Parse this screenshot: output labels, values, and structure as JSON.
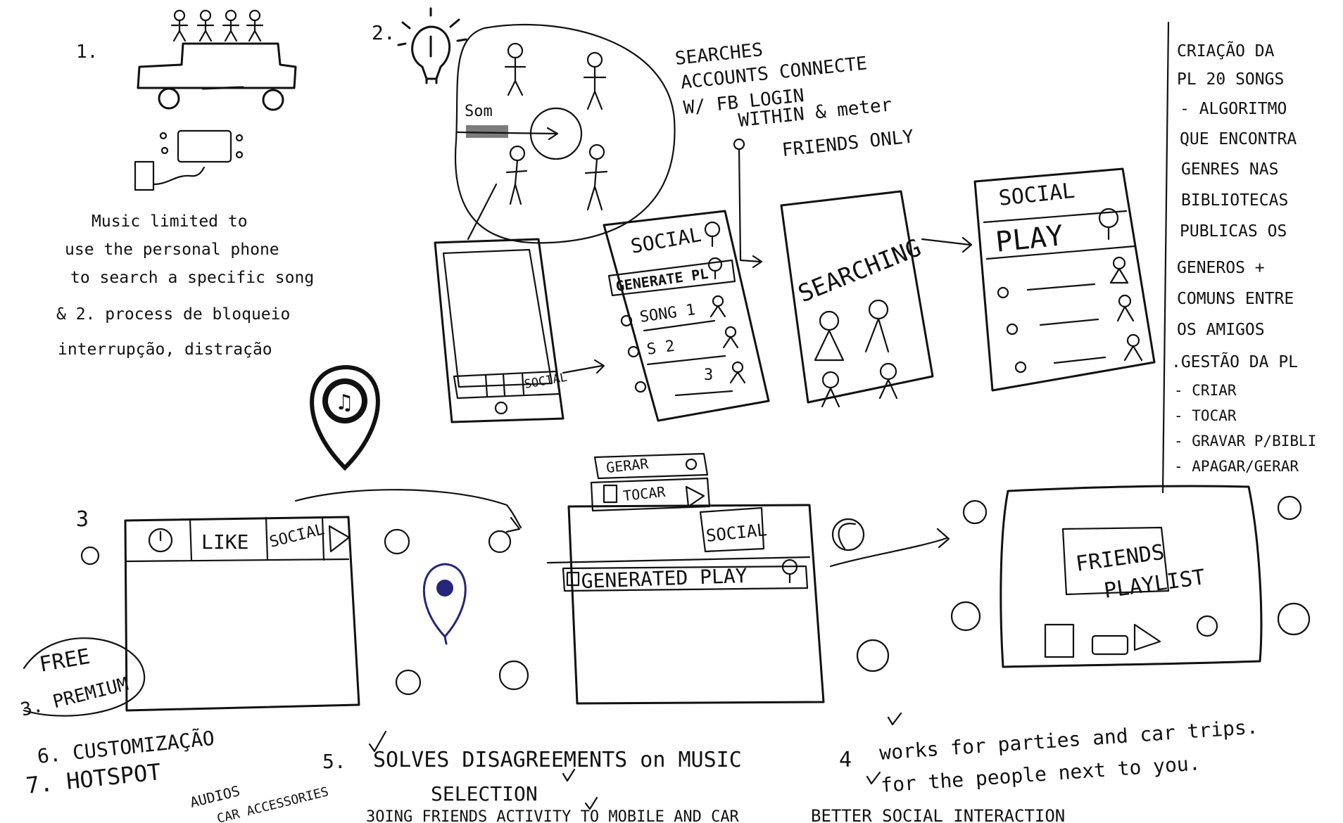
{
  "section1": {
    "number": "1.",
    "note": [
      "Music limited to",
      "use the personal phone",
      "to search a specific song",
      "& 2. process de bloqueio",
      "interrupção, distração"
    ]
  },
  "section2": {
    "number": "2.",
    "crowd_label": "Som",
    "search_note": [
      "SEARCHES",
      "ACCOUNTS CONNECTE",
      "W/ FB LOGIN",
      "WITHIN & meter",
      "FRIENDS ONLY"
    ],
    "phone_tab": "SOCIAL",
    "social_screen": {
      "title": "SOCIAL",
      "generate_button": "GENERATE PL",
      "songs": [
        "SONG 1",
        "S  2",
        "3"
      ]
    },
    "searching_screen": {
      "title": "SEARCHING"
    },
    "social_play_screen": {
      "title": "SOCIAL",
      "subtitle": "PLAY"
    }
  },
  "side_notes": [
    "CRIAÇÃO DA",
    "PL   20 SONGS",
    "- ALGORITMO",
    "QUE ENCONTRA",
    "GENRES NAS",
    "BIBLIOTECAS",
    "PUBLICAS OS",
    "GENEROS +",
    "COMUNS ENTRE",
    "OS AMIGOS",
    ".GESTÃO DA PL",
    "- CRIAR",
    "- TOCAR",
    "- GRAVAR P/BIBLI",
    "- APAGAR/GERAR"
  ],
  "section3": {
    "number": "3",
    "tabs": [
      "LIKE",
      "SOCIAL"
    ],
    "free_premium": [
      "FREE",
      "3. PREMIUM"
    ],
    "stack_labels": [
      "GERAR",
      "TOCAR",
      "SOCIAL"
    ],
    "generated_play": "GENERATED PLAY",
    "friends_playlist": [
      "FRIENDS",
      "PLAYLIST"
    ]
  },
  "bottom_notes": {
    "customization": "6. CUSTOMIZAÇÃO",
    "hotspot": "7. HOTSPOT",
    "audio": "AUDIOS",
    "car_accessories": "CAR ACCESSORIES",
    "note5_number": "5.",
    "note5_line1": "SOLVES DISAGREEMENTS on MUSIC",
    "note5_line2": "SELECTION",
    "note5_line3": "3OING FRIENDS ACTIVITY TO MOBILE AND CAR",
    "note4_number": "4",
    "note4_line1": "works for parties and car trips.",
    "note4_line2": "for the people next to you.",
    "note4_line3": "BETTER SOCIAL INTERACTION"
  },
  "colors": {
    "ink": "#111111",
    "blue_pin": "#26267a",
    "paper": "#ffffff"
  }
}
